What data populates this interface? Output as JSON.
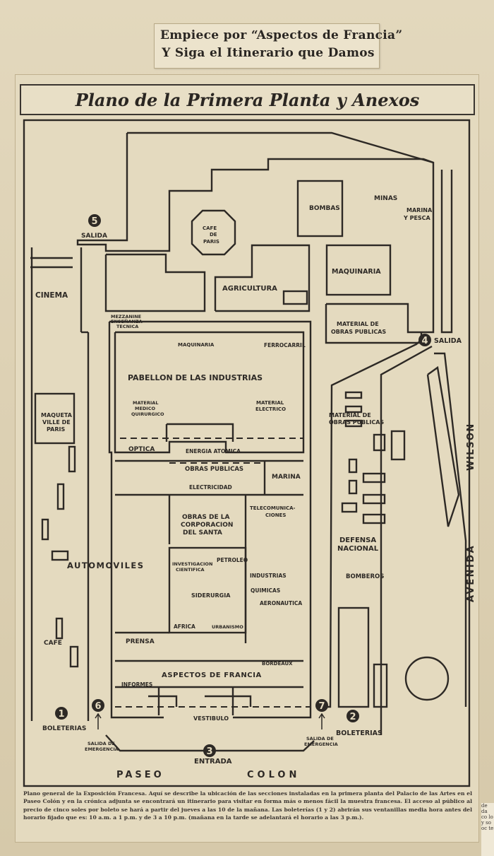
{
  "headline": {
    "line1": "Empiece por “Aspectos de Francia”",
    "line2": "Y Siga el Itinerario que Damos"
  },
  "map": {
    "title": "Plano de la Primera Planta y Anexos",
    "areas": {
      "bombas": "BOMBAS",
      "minas": "MINAS",
      "marina_pesca_1": "MARINA",
      "marina_pesca_2": "Y PESCA",
      "cafe_paris_1": "CAFE",
      "cafe_paris_2": "DE",
      "cafe_paris_3": "PARIS",
      "maquinaria": "MAQUINARIA",
      "agricultura": "AGRICULTURA",
      "cinema": "CINEMA",
      "mezzanine_1": "MEZZANINE",
      "mezzanine_2": "ENSEÑANZA",
      "mezzanine_3": "TECNICA",
      "material_obras_1": "MATERIAL DE",
      "material_obras_2": "OBRAS PUBLICAS",
      "pabellon_maquinaria": "MAQUINARIA",
      "pabellon_ferrocarril": "FERROCARRIL",
      "pabellon": "PABELLON DE LAS INDUSTRIAS",
      "medico_1": "MATERIAL",
      "medico_2": "MEDICO",
      "medico_3": "QUIRURGICO",
      "electrico_1": "MATERIAL",
      "electrico_2": "ELECTRICO",
      "maqueta_1": "MAQUETA",
      "maqueta_2": "VILLE DE",
      "maqueta_3": "PARIS",
      "material_obras_b_1": "MATERIAL DE",
      "material_obras_b_2": "OBRAS PUBLICAS",
      "optica": "OPTICA",
      "energia_atomica": "ENERGIA ATOMICA",
      "obras_publicas": "OBRAS PUBLICAS",
      "marina": "MARINA",
      "electricidad": "ELECTRICIDAD",
      "corporacion_1": "OBRAS DE LA",
      "corporacion_2": "CORPORACION",
      "corporacion_3": "DEL SANTA",
      "telecom_1": "TELECOMUNICA-",
      "telecom_2": "CIONES",
      "defensa_1": "DEFENSA",
      "defensa_2": "NACIONAL",
      "automoviles": "AUTOMOVILES",
      "investigacion_1": "INVESTIGACION",
      "investigacion_2": "CIENTIFICA",
      "petroleo": "PETROLEO",
      "industrias_quimicas_1": "INDUSTRIAS",
      "industrias_quimicas_2": "QUIMICAS",
      "siderurgia": "SIDERURGIA",
      "aeronautica": "AERONAUTICA",
      "bomberos": "BOMBEROS",
      "africa": "AFRICA",
      "urbanismo": "URBANISMO",
      "cafe": "CAFE",
      "prensa": "PRENSA",
      "bordeaux": "BORDEAUX",
      "aspectos": "ASPECTOS DE FRANCIA",
      "informes": "INFORMES",
      "vestibulo": "VESTIBULO"
    },
    "markers": {
      "m1": "1",
      "m2": "2",
      "m3": "3",
      "m4": "4",
      "m5": "5",
      "m6": "6",
      "m7": "7"
    },
    "marker_labels": {
      "salida_5": "SALIDA",
      "salida_4": "SALIDA",
      "boleterias_1": "BOLETERIAS",
      "boleterias_2": "BOLETERIAS",
      "emergencia_6_1": "SALIDA DE",
      "emergencia_6_2": "EMERGENCIA",
      "emergencia_7_1": "SALIDA DE",
      "emergencia_7_2": "EMERGENCIA",
      "entrada": "ENTRADA"
    },
    "streets": {
      "paseo": "PASEO",
      "colon": "COLON",
      "wilson": "WILSON",
      "avenida": "AVENIDA"
    }
  },
  "caption": "Plano general de la Exposición Francesa. Aquí se describe la ubicación de las secciones instaladas en la primera planta del Palacio de las Artes en el Paseo Colón y en la crónica adjunta se encontrará un itinerario para visitar en forma más o menos fácil la muestra francesa. El acceso al público al precio de cinco soles por boleto se hará a partir del jueves a las 10 de la mañana. Las boleterías (1 y 2) abrirán sus ventanillas media hora antes del horario fijado que es: 10 a.m. a 1 p.m. y de 3 a 10 p.m. (mañana en la tarde se adelantará el horario a las 3 p.m.).",
  "side_fragment": "de da co lo y so oc te",
  "colors": {
    "ink": "#2d2925",
    "paper": "#e4dabf",
    "background": "#d9cdb1"
  }
}
